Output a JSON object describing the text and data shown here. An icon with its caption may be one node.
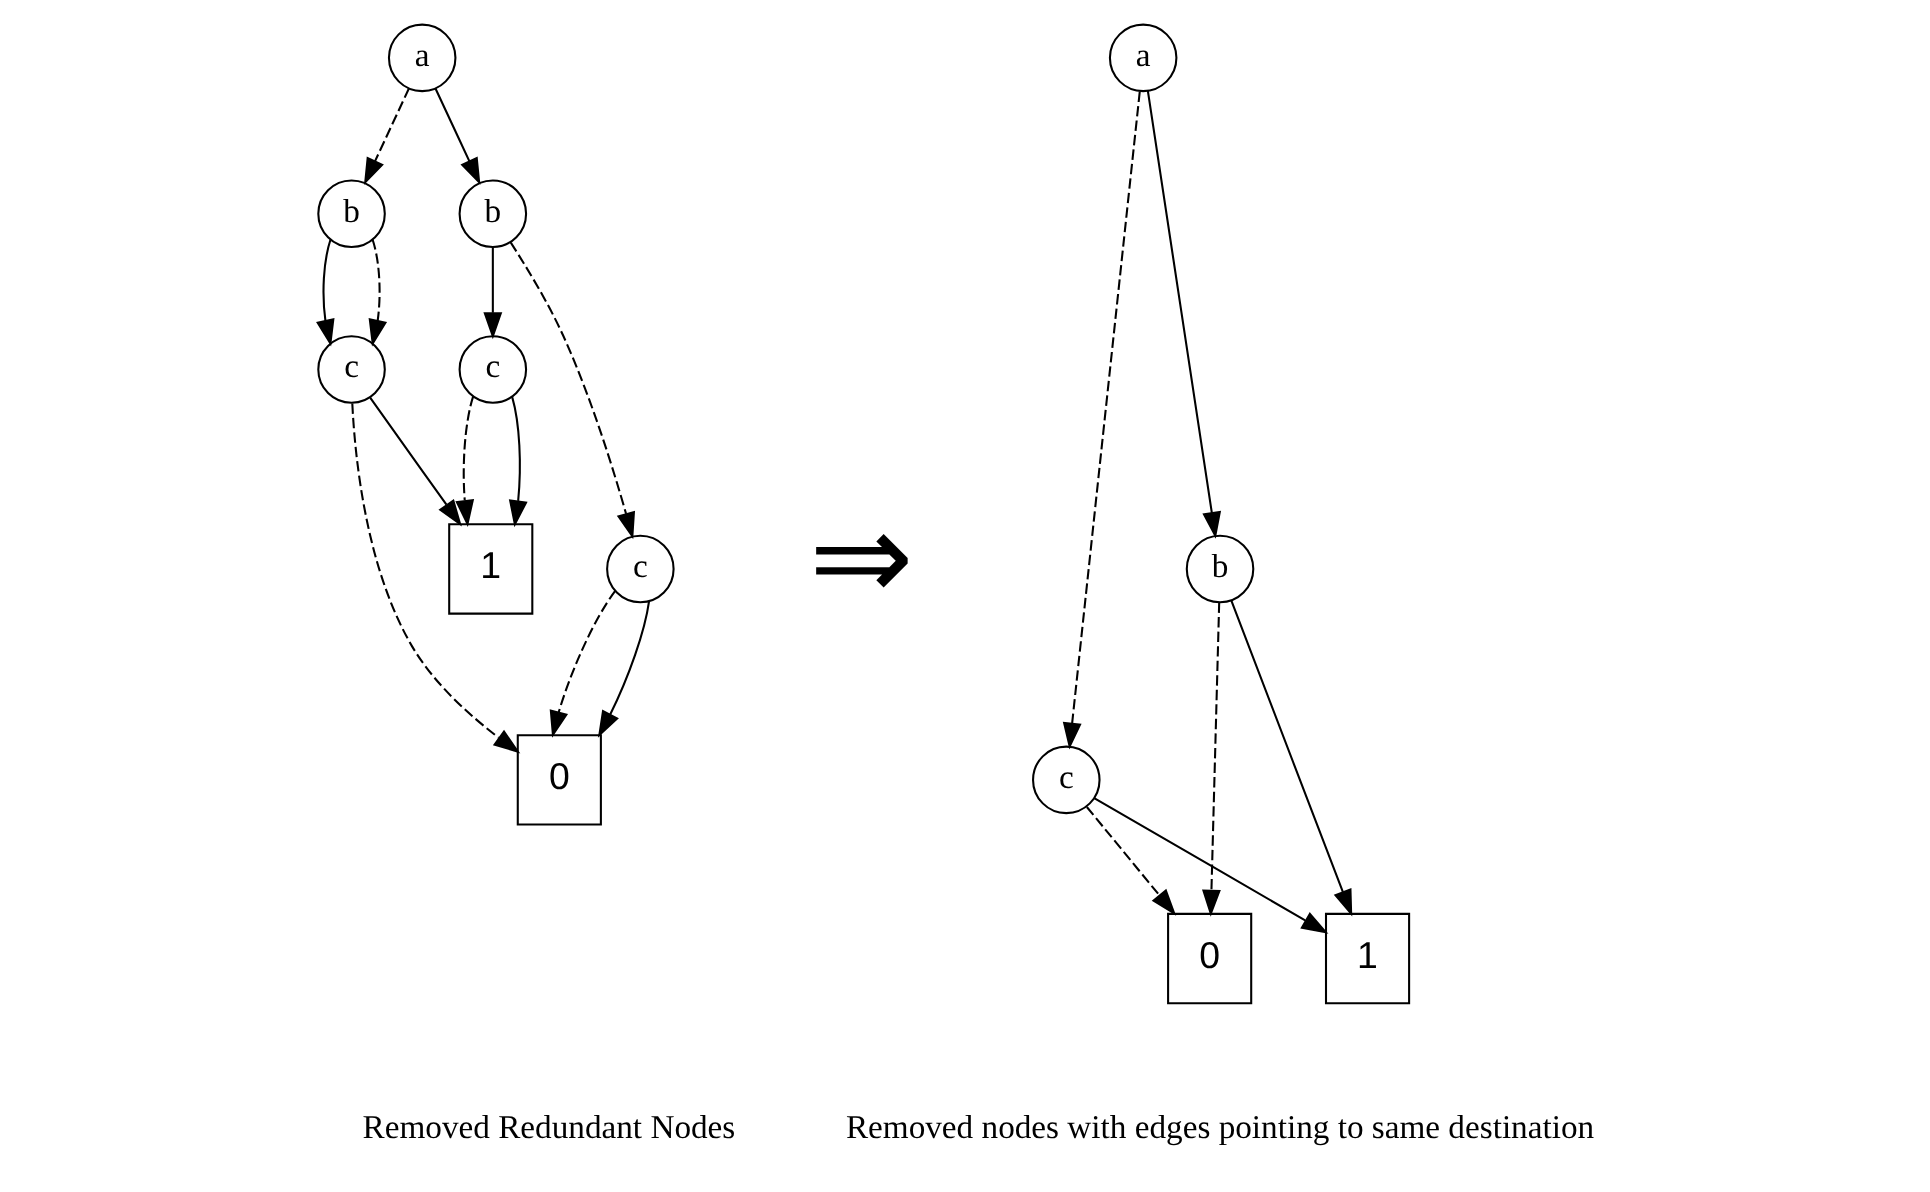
{
  "diagram": {
    "nodes": [
      {
        "text": [
          "a"
        ]
      },
      {
        "text": [
          "b"
        ]
      },
      {
        "text": [
          "b"
        ]
      },
      {
        "text": [
          "c"
        ]
      },
      {
        "text": [
          "c"
        ]
      },
      {
        "text": [
          "c"
        ]
      },
      {
        "text": [
          "0"
        ]
      },
      {
        "text": [
          "1"
        ]
      },
      {
        "text": [
          "a"
        ]
      },
      {
        "text": [
          "b"
        ]
      },
      {
        "text": [
          "c"
        ]
      },
      {
        "text": [
          "0"
        ]
      },
      {
        "text": [
          "1"
        ]
      }
    ],
    "edges": [
      {
        "from": 0,
        "to": 1,
        "arrow": "to",
        "style": "dashed"
      },
      {
        "from": 0,
        "to": 2,
        "arrow": "to"
      },
      {
        "from": 1,
        "to": 3,
        "arrow": "to"
      },
      {
        "from": 1,
        "to": 3,
        "arrow": "to",
        "style": "dashed"
      },
      {
        "from": 2,
        "to": 4,
        "arrow": "to",
        "style": "dashed"
      },
      {
        "from": 2,
        "to": 5,
        "arrow": "to"
      },
      {
        "from": 3,
        "to": 6,
        "arrow": "to",
        "style": "dashed"
      },
      {
        "from": 3,
        "to": 7,
        "arrow": "to"
      },
      {
        "from": 4,
        "to": 6,
        "arrow": "to",
        "style": "dashed"
      },
      {
        "from": 4,
        "to": 6,
        "arrow": "to"
      },
      {
        "from": 5,
        "to": 7,
        "arrow": "to",
        "style": "dashed"
      },
      {
        "from": 5,
        "to": 7,
        "arrow": "to"
      },
      {
        "from": 8,
        "to": 10,
        "arrow": "to",
        "style": "dashed"
      },
      {
        "from": 8,
        "to": 9,
        "arrow": "to"
      },
      {
        "from": 9,
        "to": 11,
        "arrow": "to",
        "style": "dashed"
      },
      {
        "from": 9,
        "to": 12,
        "arrow": "to"
      },
      {
        "from": 10,
        "to": 11,
        "arrow": "to",
        "style": "dashed"
      },
      {
        "from": 10,
        "to": 12,
        "arrow": "to"
      }
    ],
    "labels": [
      "⇒",
      "Removed Redundant Nodes",
      "Removed nodes with edges pointing to same destination"
    ]
  }
}
